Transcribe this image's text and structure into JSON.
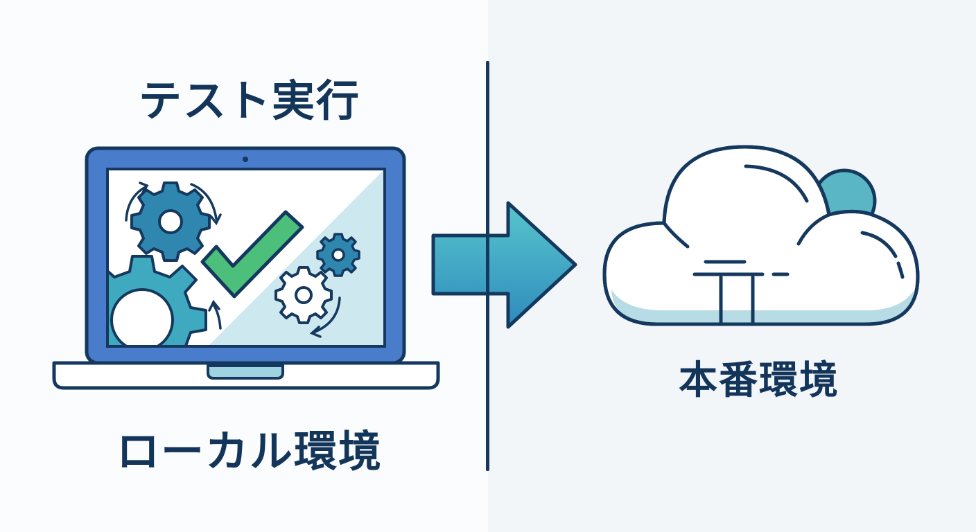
{
  "left_panel": {
    "title": "テスト実行",
    "subtitle": "ローカル環境"
  },
  "right_panel": {
    "title": "本番環境"
  },
  "icons": {
    "laptop": "laptop-icon",
    "check": "check-icon",
    "gear": "gear-icon",
    "arrow": "arrow-right-icon",
    "cloud": "cloud-icon"
  },
  "colors": {
    "navy": "#14385e",
    "laptop_blue": "#4a7ccc",
    "teal": "#3fb0c0",
    "gear_blue": "#2f87b0",
    "check_green": "#4cc07a",
    "screen_tint": "#cde8ee",
    "cloud_shade": "#b7dce5",
    "cloud_accent": "#5ab5c5"
  }
}
